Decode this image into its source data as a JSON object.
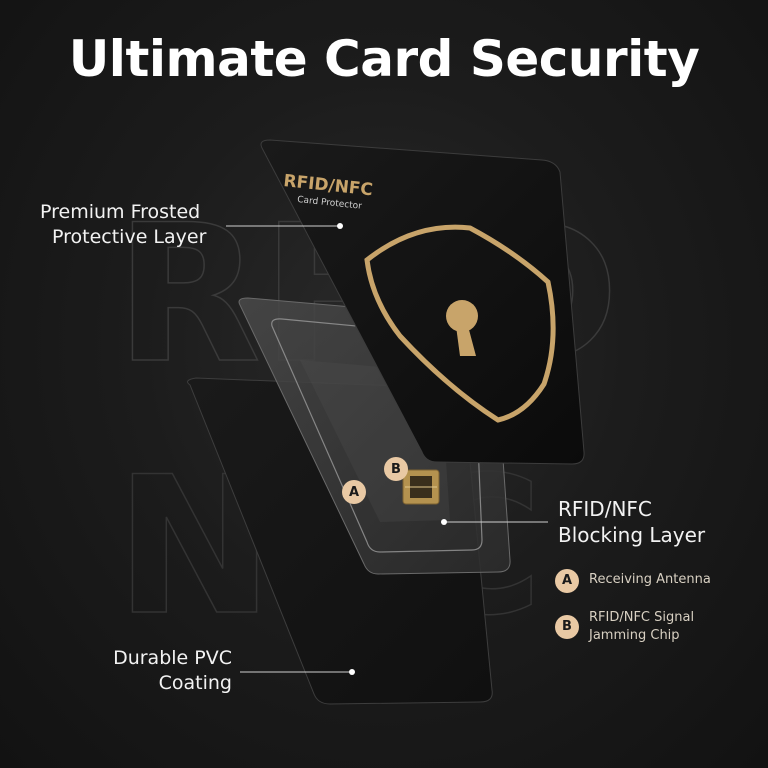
{
  "title": "Ultimate Card Security",
  "background_watermark": {
    "line1": "RFID",
    "line2": "NFC"
  },
  "card_front": {
    "brand": "RFID/NFC",
    "subtitle": "Card  Protector",
    "icon": "shield-keyhole-icon",
    "accent_color": "#c8a46a"
  },
  "labels": {
    "top": [
      "Premium Frosted",
      "Protective Layer"
    ],
    "middle": [
      "RFID/NFC",
      "Blocking Layer"
    ],
    "bottom": [
      "Durable PVC",
      "Coating"
    ]
  },
  "legend": [
    {
      "badge": "A",
      "text": [
        "Receiving Antenna"
      ]
    },
    {
      "badge": "B",
      "text": [
        "RFID/NFC Signal",
        "Jamming Chip"
      ]
    }
  ],
  "colors": {
    "badge": "#e9c9a4",
    "gold": "#c8a46a",
    "background": "#1c1c1c"
  }
}
